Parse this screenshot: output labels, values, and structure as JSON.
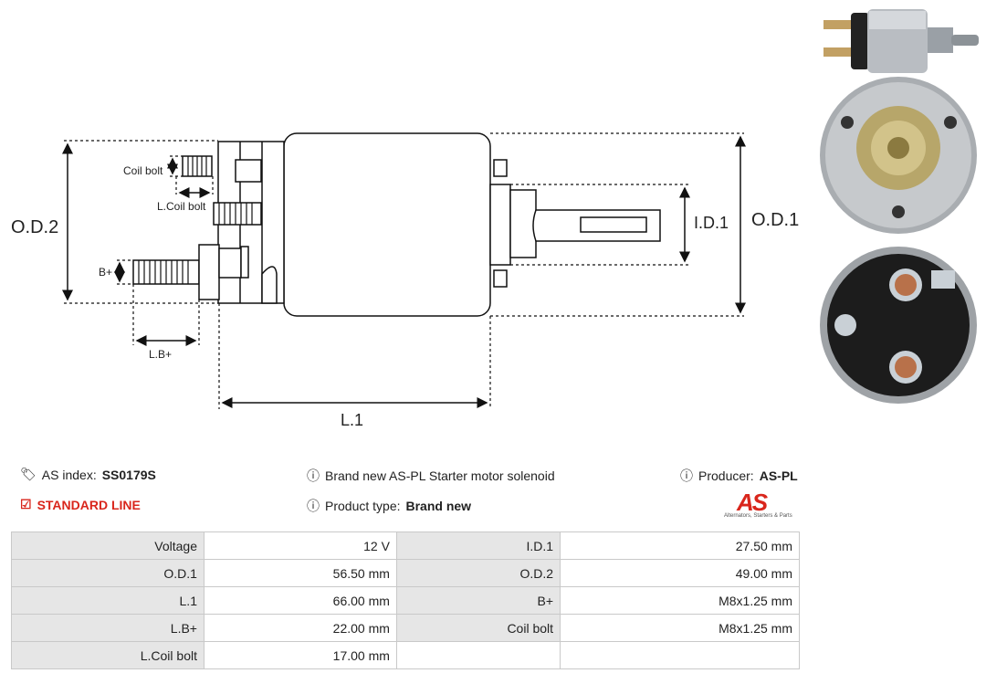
{
  "diagram": {
    "labels": {
      "od2": "O.D.2",
      "od1": "O.D.1",
      "id1": "I.D.1",
      "l1": "L.1",
      "coil_bolt": "Coil bolt",
      "l_coil_bolt": "L.Coil bolt",
      "b_plus": "B+",
      "l_b_plus": "L.B+"
    }
  },
  "info": {
    "as_index_label": "AS index:",
    "as_index_value": "SS0179S",
    "line": "STANDARD LINE",
    "description": "Brand new AS-PL Starter motor solenoid",
    "product_type_label": "Product type:",
    "product_type_value": "Brand new",
    "producer_label": "Producer:",
    "producer_value": "AS-PL"
  },
  "logo": {
    "mark": "AS",
    "tagline": "Alternators, Starters & Parts"
  },
  "specs": [
    {
      "label1": "Voltage",
      "value1": "12 V",
      "label2": "I.D.1",
      "value2": "27.50 mm"
    },
    {
      "label1": "O.D.1",
      "value1": "56.50 mm",
      "label2": "O.D.2",
      "value2": "49.00 mm"
    },
    {
      "label1": "L.1",
      "value1": "66.00 mm",
      "label2": "B+",
      "value2": "M8x1.25 mm"
    },
    {
      "label1": "L.B+",
      "value1": "22.00 mm",
      "label2": "Coil bolt",
      "value2": "M8x1.25 mm"
    },
    {
      "label1": "L.Coil bolt",
      "value1": "17.00 mm",
      "label2": "",
      "value2": ""
    }
  ],
  "colors": {
    "accent": "#d9261c",
    "label_bg": "#e6e6e6",
    "border": "#c9c9c9"
  }
}
